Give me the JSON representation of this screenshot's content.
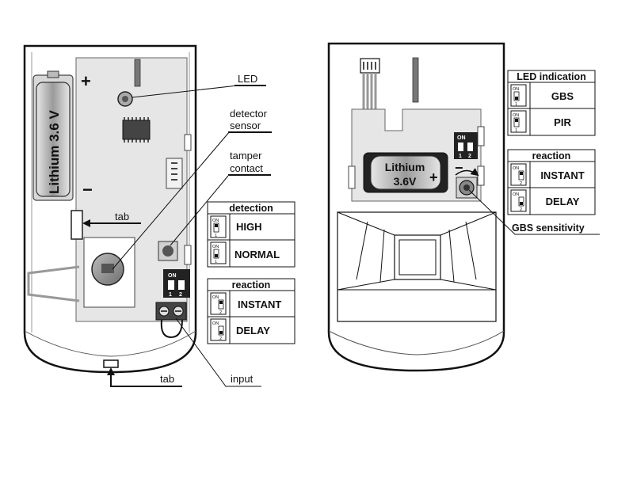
{
  "left_device": {
    "battery": {
      "text": "Lithium 3.6 V",
      "plus": "+",
      "minus": "−"
    },
    "callouts": {
      "led": "LED",
      "detector_sensor_line1": "detector",
      "detector_sensor_line2": "sensor",
      "tamper_line1": "tamper",
      "tamper_line2": "contact",
      "tab_side": "tab",
      "tab_bottom": "tab",
      "input": "input"
    },
    "dip_switch": {
      "on": "ON",
      "pin1": "1",
      "pin2": "2"
    },
    "detection_table": {
      "title": "detection",
      "rows": [
        {
          "label": "HIGH",
          "switch_on": "ON",
          "switch_num": "1"
        },
        {
          "label": "NORMAL",
          "switch_on": "ON",
          "switch_num": "1"
        }
      ]
    },
    "reaction_table": {
      "title": "reaction",
      "rows": [
        {
          "label": "INSTANT",
          "switch_on": "ON",
          "switch_num": "2"
        },
        {
          "label": "DELAY",
          "switch_on": "ON",
          "switch_num": "2"
        }
      ]
    }
  },
  "right_device": {
    "battery": {
      "line1": "Lithium",
      "line2": "3.6V",
      "plus": "+",
      "minus": "−"
    },
    "dip_switch": {
      "on": "ON",
      "pin1": "1",
      "pin2": "2"
    },
    "led_table": {
      "title": "LED indication",
      "rows": [
        {
          "label": "GBS",
          "switch_on": "ON",
          "switch_num": "1"
        },
        {
          "label": "PIR",
          "switch_on": "ON",
          "switch_num": "1"
        }
      ]
    },
    "reaction_table": {
      "title": "reaction",
      "rows": [
        {
          "label": "INSTANT",
          "switch_on": "ON",
          "switch_num": "2"
        },
        {
          "label": "DELAY",
          "switch_on": "ON",
          "switch_num": "2"
        }
      ]
    },
    "callouts": {
      "gbs_sensitivity": "GBS sensitivity"
    }
  }
}
